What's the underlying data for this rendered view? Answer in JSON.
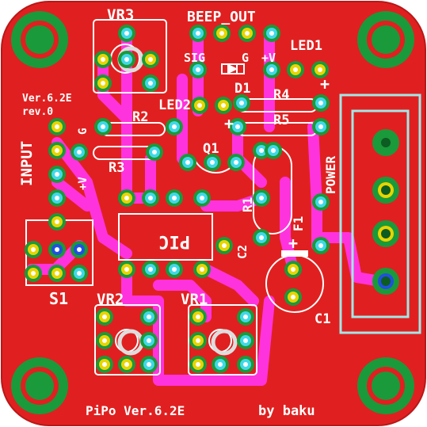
{
  "board": {
    "title": "PiPo Ver.6.2E",
    "author": "by baku",
    "version": "Ver.6.2E",
    "revision": "rev.0",
    "colors": {
      "board": "#e02020",
      "copper": "#ee2a2a",
      "trace": "#ff33dd",
      "silk": "#ffffff",
      "pad_green": "#1a9a3a",
      "pad_yellow": "#e8d400",
      "pad_blue": "#2050e0",
      "pad_cyan": "#40d8e8",
      "outline": "#a0e8e8"
    }
  },
  "labels": {
    "vr3": "VR3",
    "beep_out": "BEEP_OUT",
    "led1": "LED1",
    "sig": "SIG",
    "g": "G",
    "plus_v": "+V",
    "d1": "D1",
    "led2": "LED2",
    "r4": "R4",
    "r2": "R2",
    "r5": "R5",
    "r3": "R3",
    "q1": "Q1",
    "input": "INPUT",
    "in_g": "G",
    "in_plus_v": "+V",
    "power": "POWER",
    "r1": "R1",
    "f1": "F1",
    "pic": "PIC",
    "c2": "C2",
    "s1": "S1",
    "vr2": "VR2",
    "vr1": "VR1",
    "c1": "C1",
    "plus": "+"
  }
}
